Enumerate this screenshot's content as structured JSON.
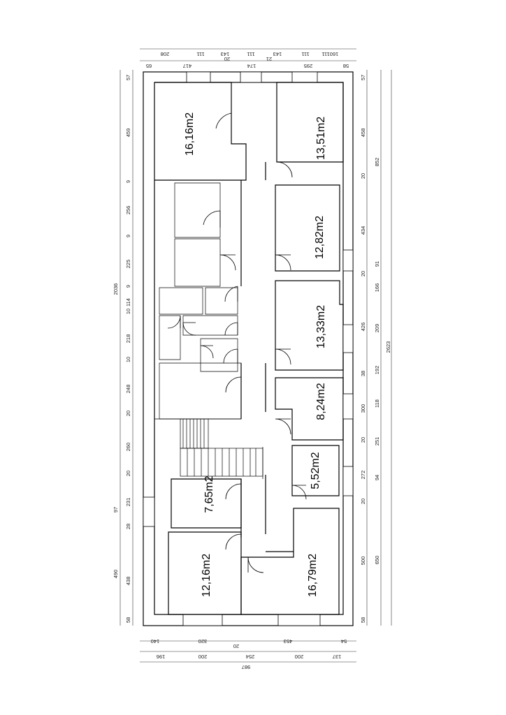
{
  "rooms": [
    {
      "area": "16,16m2"
    },
    {
      "area": "13,51m2"
    },
    {
      "area": "12,82m2"
    },
    {
      "area": "13,33m2"
    },
    {
      "area": "8,24m2"
    },
    {
      "area": "5,52m2"
    },
    {
      "area": "7,65m2"
    },
    {
      "area": "12,16m2"
    },
    {
      "area": "16,79m2"
    }
  ],
  "dims": {
    "top_outer": [
      "208",
      "111",
      "143",
      "20",
      "111",
      "21",
      "143",
      "111",
      "111",
      "160"
    ],
    "top_inner": [
      "65",
      "417",
      "174",
      "295",
      "58"
    ],
    "left_inner": [
      "57",
      "459",
      "9",
      "256",
      "9",
      "225",
      "9",
      "114",
      "10",
      "218",
      "10",
      "248",
      "20",
      "260",
      "20",
      "231",
      "28",
      "438",
      "58"
    ],
    "left_outer": [
      "2036",
      "97",
      "490"
    ],
    "right_inner": [
      "57",
      "458",
      "20",
      "434",
      "20",
      "426",
      "38",
      "300",
      "20",
      "272",
      "20",
      "500",
      "58"
    ],
    "right_mid": [
      "852",
      "91",
      "166",
      "209",
      "192",
      "118",
      "251",
      "94",
      "650"
    ],
    "right_outer": [
      "2623"
    ],
    "bottom_inner": [
      "140",
      "320",
      "20",
      "453",
      "54"
    ],
    "bottom_mid": [
      "196",
      "200",
      "254",
      "200",
      "137"
    ],
    "bottom_outer": [
      "987"
    ]
  }
}
